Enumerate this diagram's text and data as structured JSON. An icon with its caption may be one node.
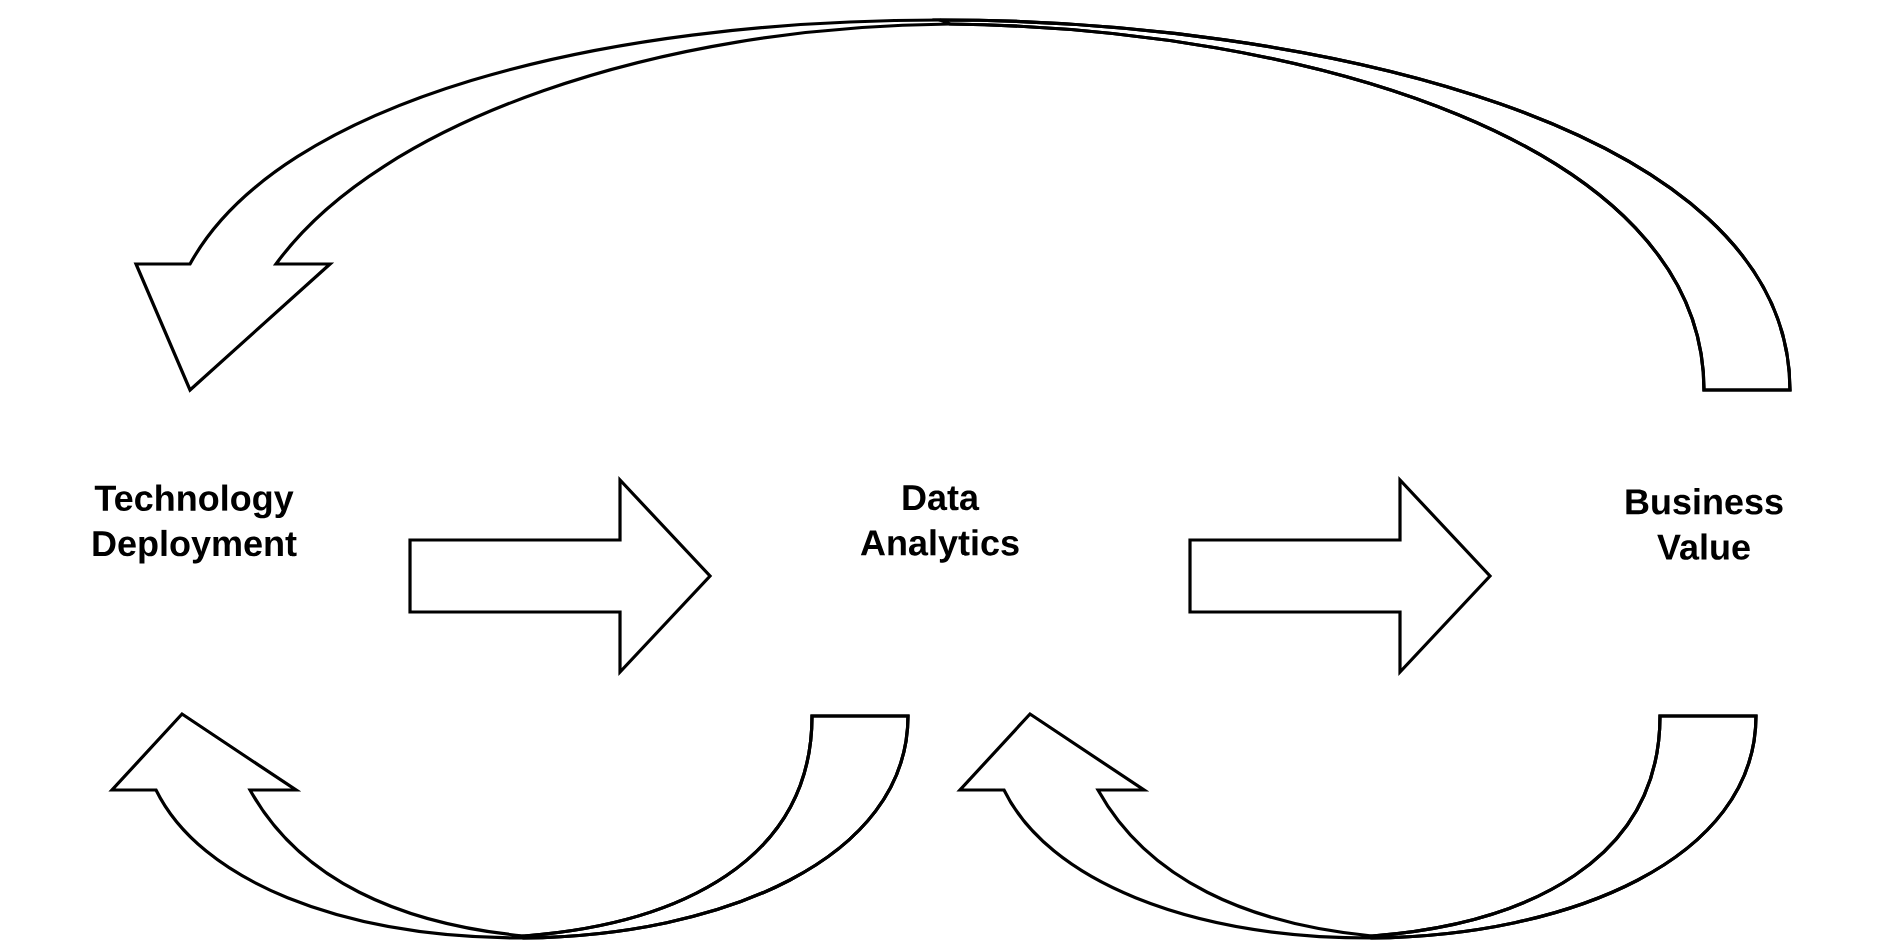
{
  "diagram": {
    "nodes": [
      {
        "text": [
          "Technology Deployment"
        ]
      },
      {
        "text": [
          "Data Analytics"
        ]
      },
      {
        "text": [
          "Business Value"
        ]
      }
    ],
    "edges": [
      {
        "from": 0,
        "to": 1,
        "arrow": "to"
      },
      {
        "from": 1,
        "to": 2,
        "arrow": "to"
      },
      {
        "from": 2,
        "to": 0,
        "arrow": "to"
      },
      {
        "from": 1,
        "to": 0,
        "arrow": "to"
      },
      {
        "from": 2,
        "to": 1,
        "arrow": "to"
      }
    ]
  }
}
